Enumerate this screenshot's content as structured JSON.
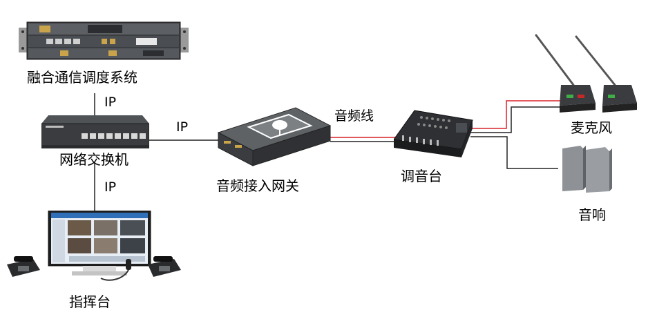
{
  "nodes": {
    "fusion_system": "融合通信调度系统",
    "switch": "网络交换机",
    "gateway": "音频接入网关",
    "mixer": "调音台",
    "mic": "麦克风",
    "speaker": "音响",
    "console": "指挥台"
  },
  "links": {
    "ip_top": "IP",
    "ip_side": "IP",
    "ip_bottom": "IP",
    "audio_cable": "音频线"
  },
  "colors": {
    "wire": "#222222",
    "audio_wire": "#d9242a"
  }
}
